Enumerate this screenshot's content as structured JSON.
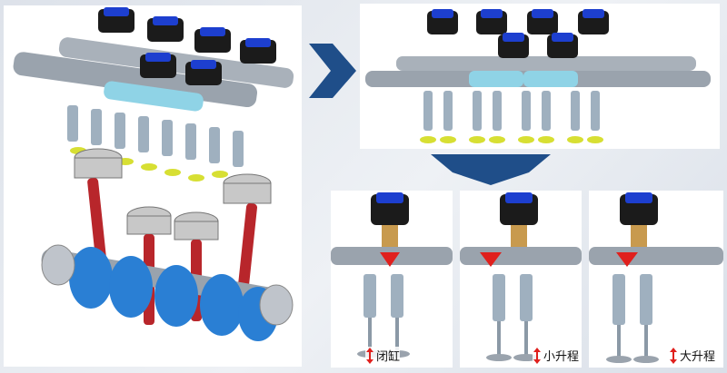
{
  "states": [
    {
      "label": "闭缸"
    },
    {
      "label": "小升程"
    },
    {
      "label": "大升程"
    }
  ],
  "colors": {
    "arrow": "#1f4e89",
    "actuator_blue": "#1d3fcf",
    "actuator_black": "#1b1b1b",
    "shaft": "#9aa3ad",
    "shaft_highlight": "#8fd3e6",
    "spring": "#9fb0bf",
    "valve_head": "#d7df33",
    "piston": "#c8c8c8",
    "conrod": "#b8262b",
    "crank": "#2a7fd4",
    "lift_marker": "#e0201d"
  }
}
